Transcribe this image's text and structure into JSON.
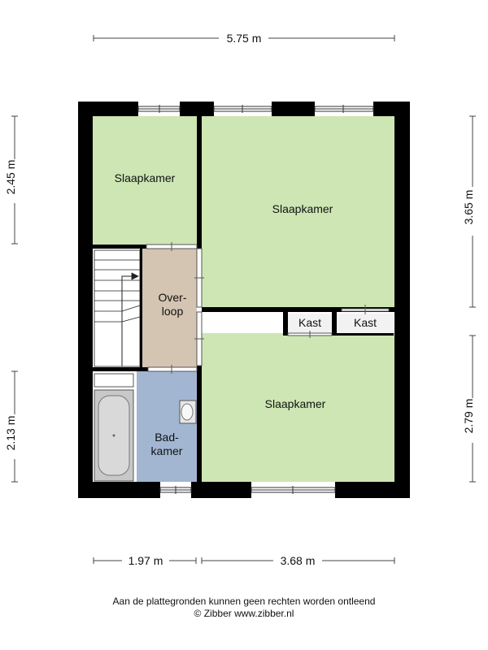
{
  "colors": {
    "wall": "#000000",
    "bedroom": "#cde6b4",
    "landing": "#d4c4b2",
    "bathroom": "#a2b6d2",
    "neutral": "#ffffff",
    "storage": "#f2f2f2",
    "bathtub": "#c8c8c8"
  },
  "dimensions": {
    "top_width": "5.75 m",
    "left_upper": "2.45 m",
    "left_lower": "2.13 m",
    "right_upper": "3.65 m",
    "right_lower": "2.79 m",
    "bottom_left": "1.97 m",
    "bottom_right": "3.68 m"
  },
  "rooms": {
    "bedroom_top_left": "Slaapkamer",
    "bedroom_top_right": "Slaapkamer",
    "bedroom_bottom_right": "Slaapkamer",
    "landing_line1": "Over-",
    "landing_line2": "loop",
    "bathroom_line1": "Bad-",
    "bathroom_line2": "kamer",
    "closet_left": "Kast",
    "closet_right": "Kast"
  },
  "footer": {
    "disclaimer": "Aan de plattegronden kunnen geen rechten worden ontleend",
    "copyright": "© Zibber www.zibber.nl"
  }
}
